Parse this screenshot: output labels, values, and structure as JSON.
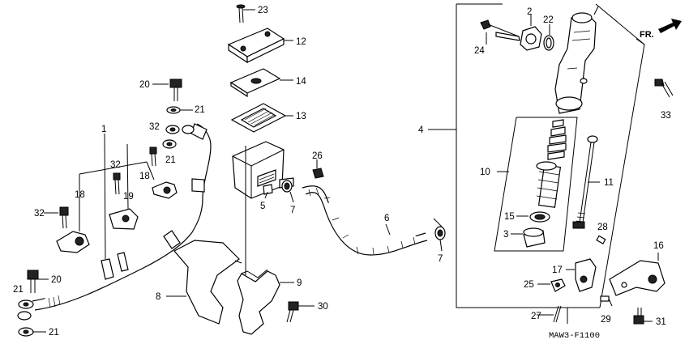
{
  "diagram": {
    "direction_label": "FR.",
    "drawing_code": "MAW3-F1100",
    "callouts": {
      "c1": "1",
      "c2": "2",
      "c3": "3",
      "c4": "4",
      "c5": "5",
      "c6": "6",
      "c7a": "7",
      "c7b": "7",
      "c8": "8",
      "c9": "9",
      "c10": "10",
      "c11": "11",
      "c12": "12",
      "c13": "13",
      "c14": "14",
      "c15": "15",
      "c16": "16",
      "c17": "17",
      "c18a": "18",
      "c18b": "18",
      "c19": "19",
      "c20a": "20",
      "c20b": "20",
      "c21a": "21",
      "c21b": "21",
      "c21c": "21",
      "c21d": "21",
      "c22": "22",
      "c23": "23",
      "c24": "24",
      "c25": "25",
      "c26": "26",
      "c27": "27",
      "c28": "28",
      "c29": "29",
      "c30": "30",
      "c31": "31",
      "c32a": "32",
      "c32b": "32",
      "c32c": "32",
      "c33": "33"
    }
  }
}
